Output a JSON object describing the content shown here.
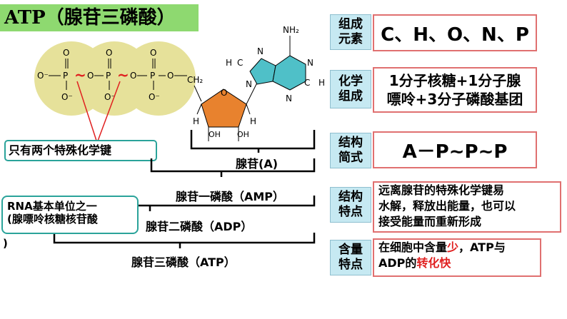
{
  "title": "ATP（腺苷三磷酸）",
  "labels": {
    "composition": "组成\n元素",
    "chemical": "化学\n组成",
    "structure_formula": "结构\n简式",
    "structure_feature": "结构\n特点",
    "content_feature": "含量\n特点"
  },
  "boxes": {
    "elements": "C、H、O、N、P",
    "chem_line1": "1分子核糖+1分子腺",
    "chem_line2": "嘌呤+3分子磷酸基团",
    "formula": "A－P~P~P",
    "feature_line1": "远离腺苷的特殊化学键易",
    "feature_line2": "水解，释放出能量，也可以",
    "feature_line3": "接受能量而重新形成",
    "content_pre": "在细胞中含量",
    "content_red1": "少",
    "content_mid": "，ATP与",
    "content_pre2": "ADP的",
    "content_red2": "转化快"
  },
  "molecule": {
    "phosphate_o": "O",
    "o_minus": "O⁻",
    "p": "P",
    "tilde": "~",
    "ch2": "CH₂",
    "oh": "OH",
    "h": "H",
    "nh2": "NH₂",
    "n": "N",
    "c": "C",
    "o_ring": "O"
  },
  "special_bond_label": "只有两个特殊化学键",
  "parts": {
    "adenosine": "腺苷(A)",
    "amp": "腺苷一磷酸（AMP）",
    "adp": "腺苷二磷酸（ADP）",
    "atp": "腺苷三磷酸（ATP）"
  },
  "rna_note_line1": "RNA基本单位之一",
  "rna_note_line2": "(腺嘌呤核糖核苷酸",
  "rna_note_tail": ")",
  "colors": {
    "title_bg": "#8ed970",
    "label_bg": "#c6e9f2",
    "box_border": "#e07070",
    "phosphate_circle": "#e6e19a",
    "sugar": "#e8822e",
    "base": "#4fc0c8",
    "bond_red": "#e02020",
    "callout_border": "#2aa39a"
  }
}
